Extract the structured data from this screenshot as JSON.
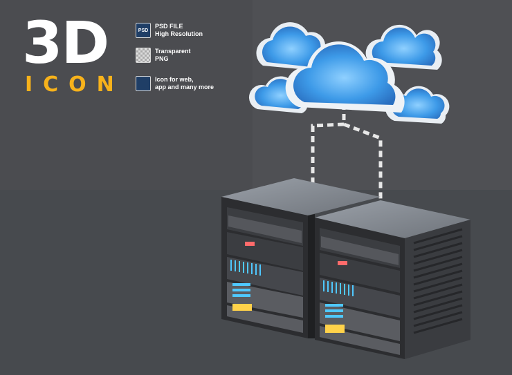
{
  "title": {
    "main": "3D",
    "sub": "ICON"
  },
  "features": [
    {
      "icon": "psd-file-icon",
      "badge": "PSD",
      "line1": "PSD FILE",
      "line2": "High Resolution"
    },
    {
      "icon": "transparent-png-icon",
      "badge": "",
      "line1": "Transparent",
      "line2": "PNG"
    },
    {
      "icon": "web-app-icon",
      "badge": "",
      "line1": "Icon for web,",
      "line2": "app and many more"
    }
  ],
  "colors": {
    "background": "#4b4c50",
    "accent": "#f7b21b",
    "cloud_blue": "#4aa6ee",
    "server_body": "#2f3033",
    "cyan_led": "#4fc8ff",
    "yellow_led": "#ffd24a"
  }
}
